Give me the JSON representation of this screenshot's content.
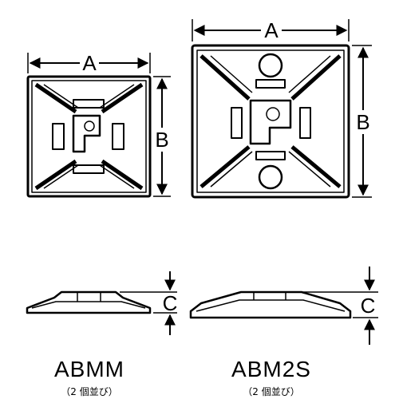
{
  "diagram": {
    "models": [
      {
        "id": "abmm",
        "name": "ABMM",
        "note": "（2 個並び）",
        "dim_width": "A",
        "dim_height": "B",
        "dim_thickness": "C"
      },
      {
        "id": "abm2s",
        "name": "ABM2S",
        "note": "（2 個並び）",
        "dim_width": "A",
        "dim_height": "B",
        "dim_thickness": "C"
      }
    ]
  }
}
